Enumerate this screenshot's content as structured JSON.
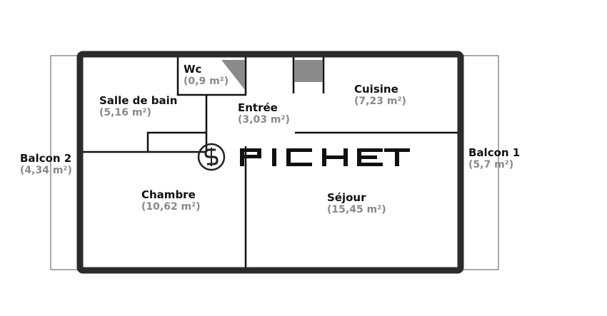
{
  "plan": {
    "rooms": [
      {
        "id": "wc",
        "name": "Wc",
        "area": "(0,9 m²)"
      },
      {
        "id": "salle-de-bain",
        "name": "Salle de bain",
        "area": "(5,16 m²)"
      },
      {
        "id": "entree",
        "name": "Entrée",
        "area": "(3,03 m²)"
      },
      {
        "id": "cuisine",
        "name": "Cuisine",
        "area": "(7,23 m²)"
      },
      {
        "id": "balcon-2",
        "name": "Balcon 2",
        "area": "(4,34 m²)"
      },
      {
        "id": "balcon-1",
        "name": "Balcon 1",
        "area": "(5,7 m²)"
      },
      {
        "id": "chambre",
        "name": "Chambre",
        "area": "(10,62 m²)"
      },
      {
        "id": "sejour",
        "name": "Séjour",
        "area": "(15,45 m²)"
      }
    ],
    "watermark": {
      "text": "PICHET",
      "logo": "pichet-logo-icon"
    },
    "colors": {
      "wall": "#2b2b2b",
      "fixture": "#8a8a8a",
      "area_text": "#8a8a8a",
      "name_text": "#111111"
    }
  }
}
